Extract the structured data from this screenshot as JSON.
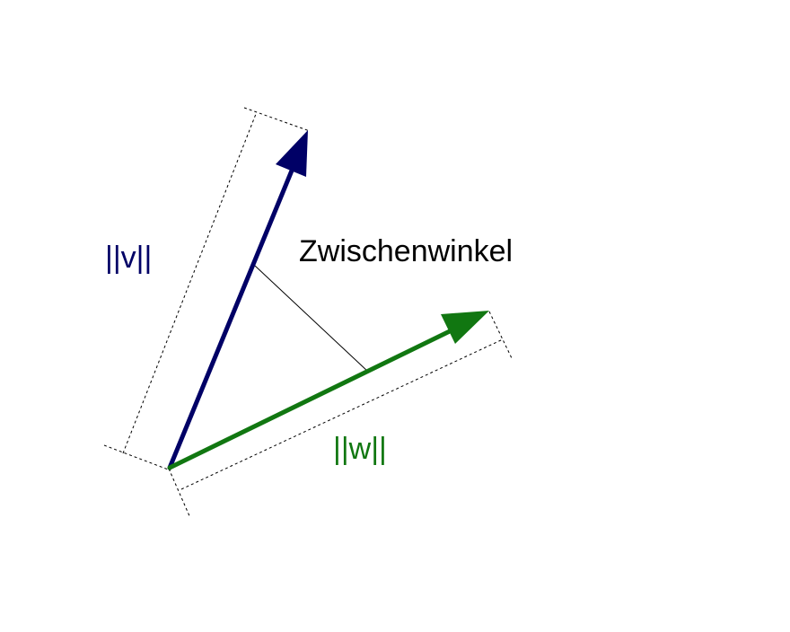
{
  "labels": {
    "v_norm": "||v||",
    "w_norm": "||w||",
    "angle": "Zwischenwinkel"
  },
  "colors": {
    "vector_v": "#000066",
    "vector_w": "#117711",
    "angle_text": "#000000",
    "guides": "#000000",
    "background": "#ffffff"
  }
}
